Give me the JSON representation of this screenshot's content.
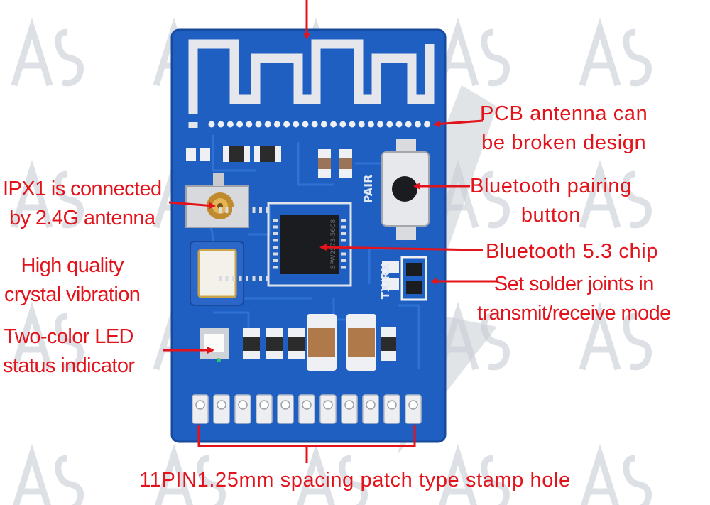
{
  "colors": {
    "pcb": "#1f5fc2",
    "pcb_dark": "#174a9c",
    "trace": "#2d72d4",
    "pad": "#e9eaee",
    "chip": "#1b1c20",
    "label": "#e3131b",
    "watermark": "#d9dde3"
  },
  "board": {
    "chip_marking": "BPW2573-56C8",
    "silk_pair": "PAIR",
    "silk_txrx": "TX/RX",
    "stamp_hole_count": 11
  },
  "labels": {
    "pcb_antenna": [
      "PCB antenna can",
      "be broken design"
    ],
    "pairing_button": [
      "Bluetooth pairing",
      "button"
    ],
    "chip": [
      "Bluetooth 5.3 chip"
    ],
    "solder_joints": [
      "Set solder joints in",
      "transmit/receive mode"
    ],
    "ipx1": [
      "IPX1 is connected",
      "by 2.4G antenna"
    ],
    "crystal": [
      "High quality",
      "crystal vibration"
    ],
    "led": [
      "Two-color LED",
      "status indicator"
    ],
    "stamp_hole": [
      "11PIN1.25mm spacing patch type stamp hole"
    ]
  },
  "icons": {
    "watermark": "brand-logo-watermark-icon",
    "arrow": "arrow-pointer-icon"
  }
}
